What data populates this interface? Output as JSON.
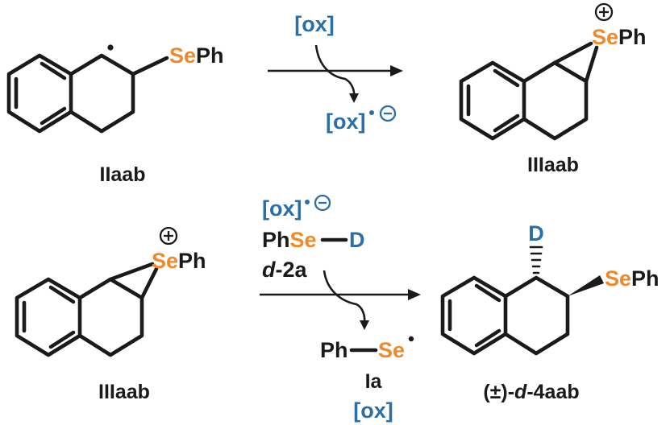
{
  "top_reaction": {
    "reactant": {
      "label": "IIaab",
      "group_Se": "Se",
      "group_Ph": "Ph"
    },
    "reagent_above": "[ox]",
    "byproduct_below": "[ox]",
    "product": {
      "label": "IIIaab",
      "group_Se": "Se",
      "group_Ph": "Ph"
    }
  },
  "bottom_reaction": {
    "reactant": {
      "label": "IIIaab",
      "group_Se": "Se",
      "group_Ph": "Ph"
    },
    "reagent_oxidant": "[ox]",
    "reagent_Ph": "Ph",
    "reagent_Se": "Se",
    "reagent_D": "D",
    "reagent_name_d": "d",
    "reagent_name_rest": "-2a",
    "byproduct_Ph": "Ph",
    "byproduct_Se": "Se",
    "byproduct_label": "Ia",
    "byproduct_ox": "[ox]",
    "product": {
      "label_prefix": "(±)-",
      "label_d": "d",
      "label_suffix": "-4aab",
      "group_D": "D",
      "group_Se": "Se",
      "group_Ph": "Ph"
    }
  },
  "colors": {
    "selenium": "#ee8a2c",
    "reagent_blue": "#2a6fa8",
    "bond": "#1a1a1a"
  }
}
